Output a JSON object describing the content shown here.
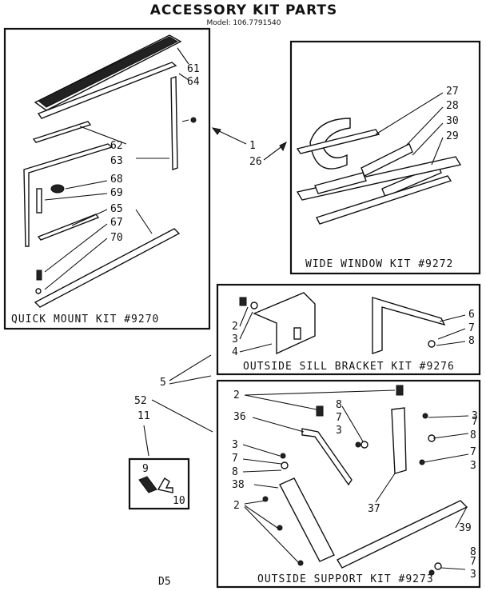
{
  "header": {
    "title": "ACCESSORY KIT PARTS",
    "model": "Model: 106.7791540"
  },
  "kits": {
    "quick_mount": "QUICK MOUNT KIT #9270",
    "wide_window": "WIDE WINDOW KIT #9272",
    "sill_bracket": "OUTSIDE SILL BRACKET KIT #9276",
    "support": "OUTSIDE SUPPORT KIT #9273"
  },
  "labels": {
    "n61": "61",
    "n64": "64",
    "n62": "62",
    "n63": "63",
    "n68": "68",
    "n69": "69",
    "n65": "65",
    "n67": "67",
    "n70": "70",
    "n1": "1",
    "n26": "26",
    "n27": "27",
    "n28": "28",
    "n30": "30",
    "n29": "29",
    "s2": "2",
    "s3": "3",
    "s4": "4",
    "s6": "6",
    "s7": "7",
    "s8": "8",
    "n5": "5",
    "n52": "52",
    "n11": "11",
    "n9": "9",
    "n10": "10",
    "t2a": "2",
    "t36": "36",
    "t8a": "8",
    "t7a": "7",
    "t3a": "3",
    "t3b": "3",
    "t7b": "7",
    "t8b": "8",
    "t38": "38",
    "r3a": "3",
    "r7a": "7",
    "r8a": "8",
    "r7b": "7",
    "r3b": "3",
    "t37": "37",
    "t39": "39",
    "b2": "2",
    "b8": "8",
    "b7": "7",
    "b3": "3"
  },
  "footer": {
    "code": "D5"
  }
}
